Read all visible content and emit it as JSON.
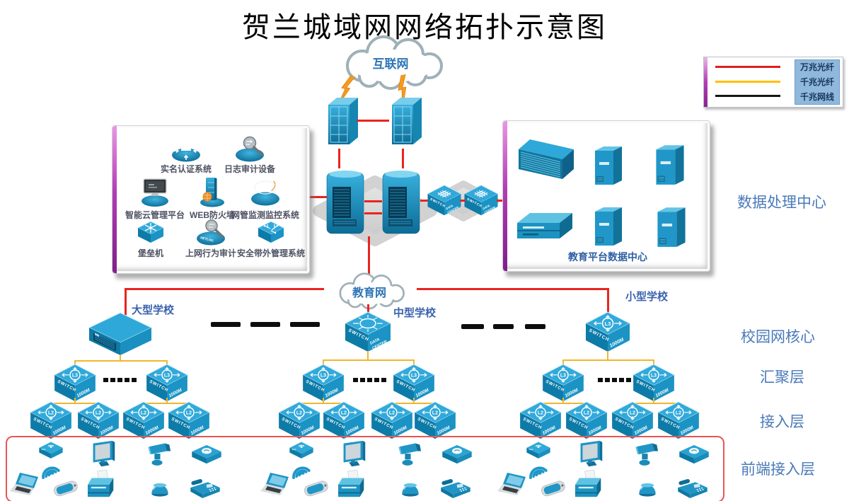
{
  "title": "贺兰城域网网络拓扑示意图",
  "legend": {
    "items": [
      {
        "label": "万兆光纤",
        "color": "#e01e1e"
      },
      {
        "label": "千兆光纤",
        "color": "#ffc000"
      },
      {
        "label": "千兆网线",
        "color": "#141414"
      }
    ]
  },
  "clouds": {
    "internet": "互联网",
    "education": "教育网"
  },
  "security_box": {
    "netlog_badge": "NETLOG",
    "items": [
      {
        "icon": "identity-auth-icon",
        "label": "实名认证系统"
      },
      {
        "icon": "log-audit-icon",
        "label": "日志审计设备"
      },
      {
        "icon": "cloud-mgmt-icon",
        "label": "智能云管理平台"
      },
      {
        "icon": "web-firewall-icon",
        "label": "WEB防火墙"
      },
      {
        "icon": "network-monitor-icon",
        "label": "网管监测监控系统"
      },
      {
        "icon": "bastion-host-icon",
        "label": "堡垒机"
      },
      {
        "icon": "behavior-audit-icon",
        "label": "上网行为审计"
      },
      {
        "icon": "oob-mgmt-icon",
        "label": "安全带外管理系统"
      }
    ]
  },
  "datacenter_box": {
    "label": "教育平台数据中心"
  },
  "layer_labels": [
    "数据处理中心",
    "校园网核心",
    "汇聚层",
    "接入层",
    "前端接入层"
  ],
  "schools": [
    {
      "name": "大型学校"
    },
    {
      "name": "中型学校"
    },
    {
      "name": "小型学校"
    }
  ],
  "switch_text": {
    "l3": "L3",
    "l2": "L2",
    "switch": "SWITCH",
    "speed": "1000M",
    "dc_line1": "DATA",
    "dc_line2": "CENTER"
  },
  "frontend_devices": [
    "wireless-ap",
    "wifi-signal",
    "desktop-pc",
    "ptz-camera",
    "voip-gateway",
    "laptop",
    "smartphone",
    "printer",
    "dome-camera",
    "ip-phone"
  ],
  "colors": {
    "line_10g": "#e8251f",
    "line_1g_fiber": "#f2b52d",
    "line_1g_copper": "#0d0d0d",
    "device_blue": "#1e98c9",
    "label_blue": "#4a7ab8"
  }
}
